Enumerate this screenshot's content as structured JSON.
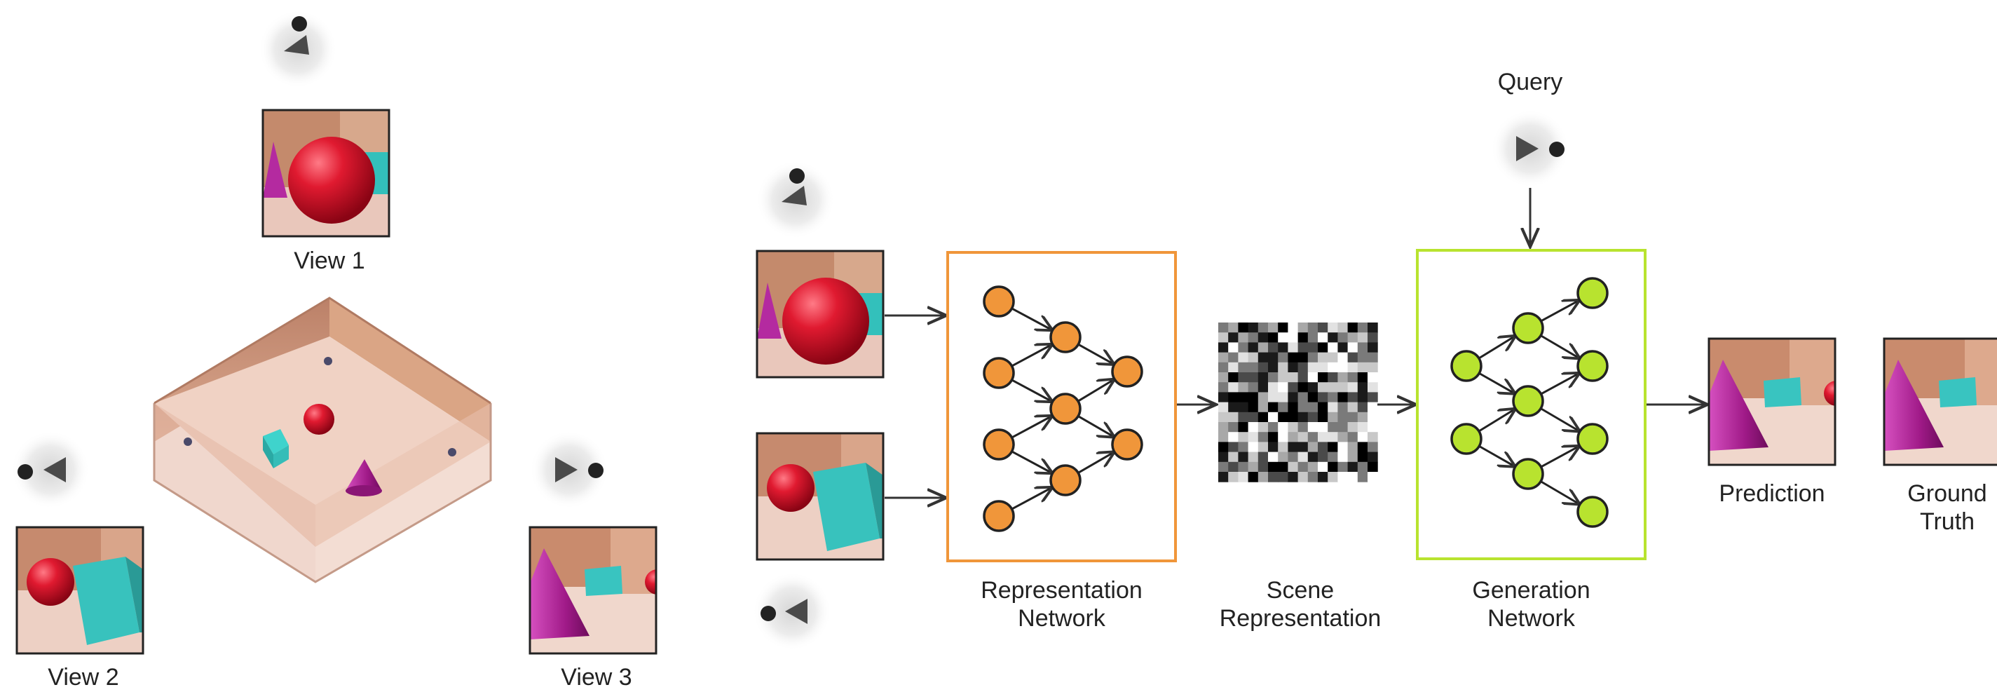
{
  "labels": {
    "view1": "View 1",
    "view2": "View 2",
    "view3": "View 3",
    "query": "Query",
    "representation_network": [
      "Representation",
      "Network"
    ],
    "scene_representation": [
      "Scene",
      "Representation"
    ],
    "generation_network": [
      "Generation",
      "Network"
    ],
    "prediction": "Prediction",
    "ground_truth": [
      "Ground",
      "Truth"
    ]
  },
  "icons": {
    "camera": "camera-icon",
    "scene_room": "scene-room-icon",
    "neural_network": "neural-network-icon"
  },
  "colors": {
    "representation_network": "#f0963a",
    "generation_network": "#b8e32f",
    "sphere": "#d8102a",
    "cube": "#39c4c0",
    "cone": "#a01a88",
    "floor": "#f0d4c8",
    "wall": "#c98a6a",
    "camera": "#444444"
  }
}
